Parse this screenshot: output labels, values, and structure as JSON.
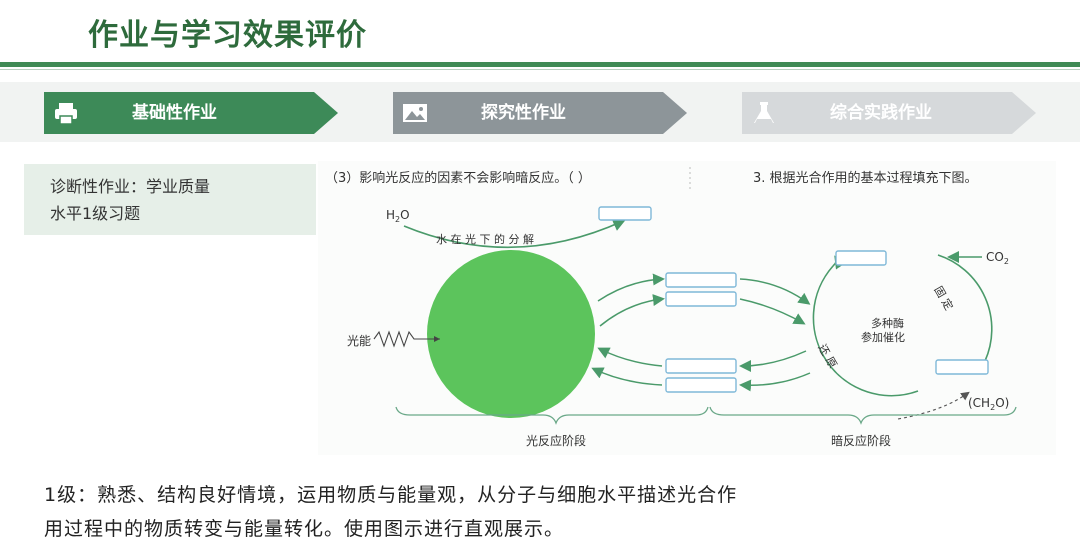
{
  "title": "作业与学习效果评价",
  "tabs": [
    {
      "label": "基础性作业",
      "icon": "printer-icon",
      "state": "active"
    },
    {
      "label": "探究性作业",
      "icon": "image-icon",
      "state": "inactive"
    },
    {
      "label": "综合实践作业",
      "icon": "flask-icon",
      "state": "inactive"
    }
  ],
  "side_label": {
    "line1": "诊断性作业：学业质量",
    "line2": "水平1级习题"
  },
  "figure": {
    "question_left": "（3）影响光反应的因素不会影响暗反应。（    ）",
    "question_right": "3. 根据光合作用的基本过程填充下图。",
    "h2o": "H",
    "h2o_sub": "2",
    "h2o_tail": "O",
    "water_split": "水 在 光 下 的 分 解",
    "light_energy": "光能",
    "enzyme_line1": "多种酶",
    "enzyme_line2": "参加催化",
    "fix": "固 定",
    "reduce": "还 原",
    "co2": "CO",
    "co2_sub": "2",
    "ch2o": "(CH",
    "ch2o_sub": "2",
    "ch2o_tail": "O)",
    "light_stage": "光反应阶段",
    "dark_stage": "暗反应阶段",
    "colors": {
      "chloroplast": "#5cc45c",
      "arrow": "#4a9a6a",
      "box": "#7fb8d8"
    }
  },
  "bottom_text": {
    "line1": "1级：熟悉、结构良好情境，运用物质与能量观，从分子与细胞水平描述光合作",
    "line2": "用过程中的物质转变与能量转化。使用图示进行直观展示。"
  }
}
